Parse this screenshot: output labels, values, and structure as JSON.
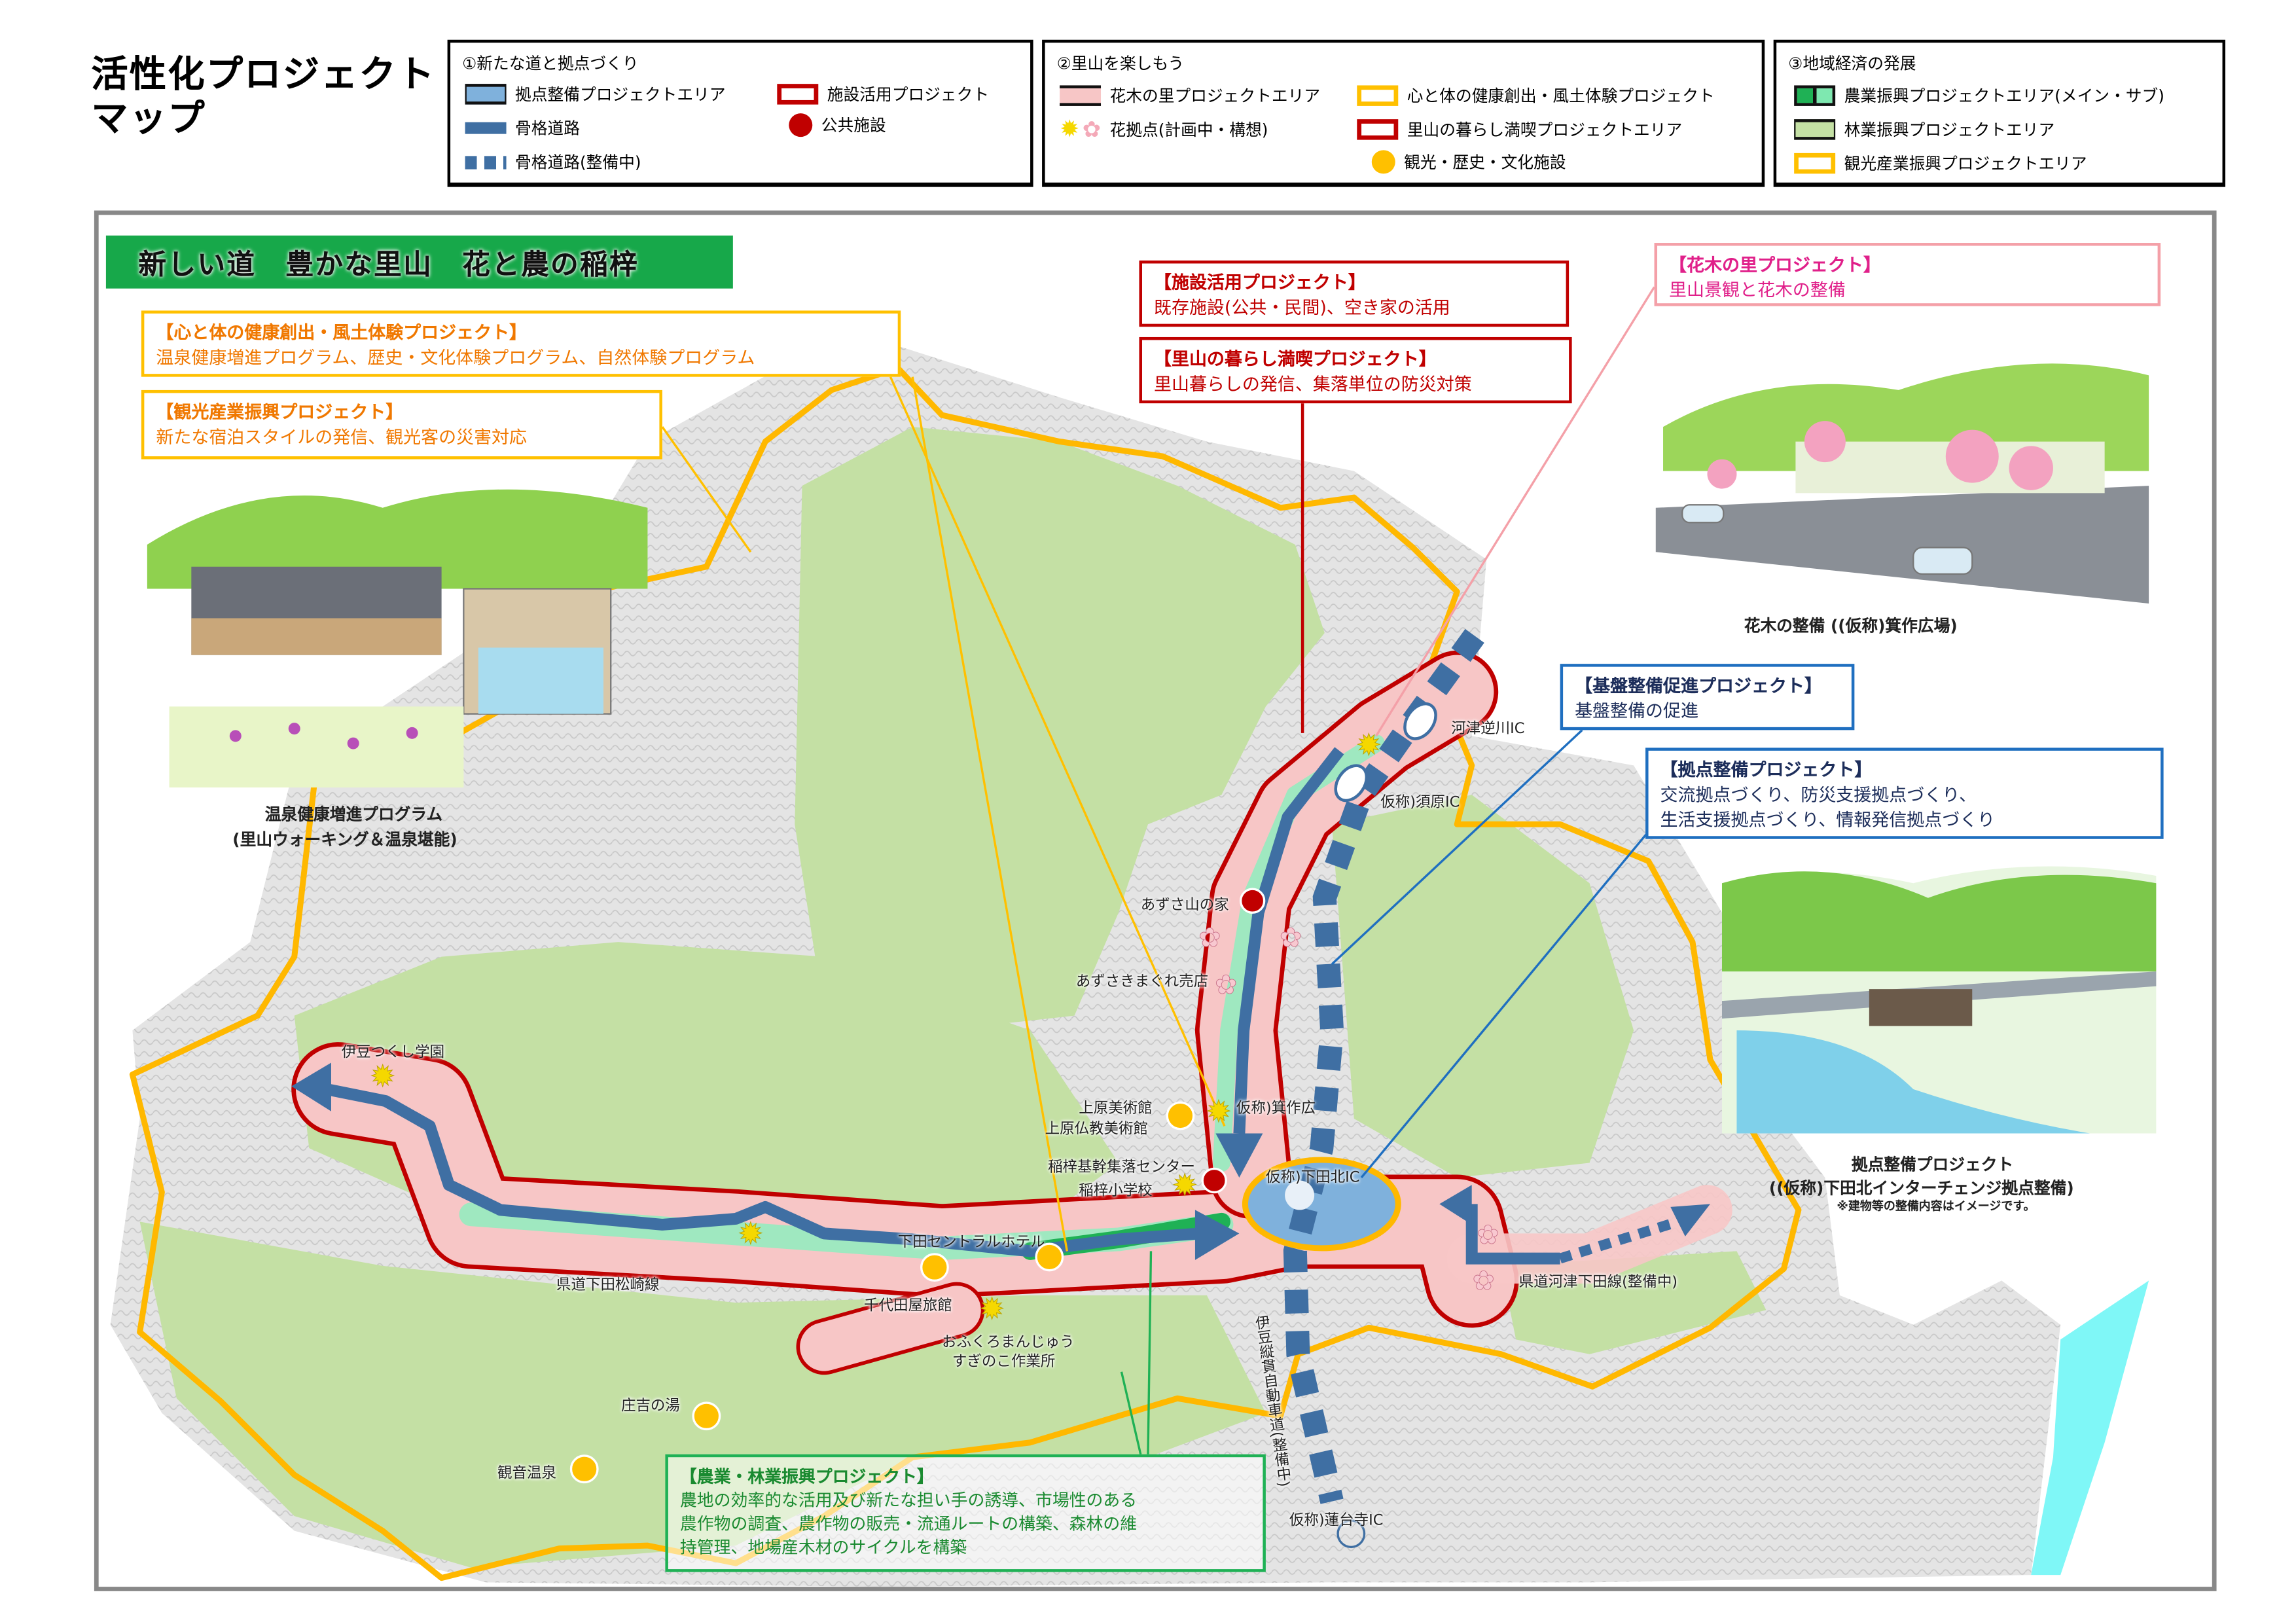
{
  "title": {
    "line1": "活性化プロジェクト",
    "line2": "マップ"
  },
  "legend": {
    "section1": {
      "heading": "①新たな道と拠点づくり",
      "items": [
        "拠点整備プロジェクトエリア",
        "施設活用プロジェクト",
        "骨格道路",
        "公共施設",
        "骨格道路(整備中)"
      ]
    },
    "section2": {
      "heading": "②里山を楽しもう",
      "items": [
        "花木の里プロジェクトエリア",
        "心と体の健康創出・風土体験プロジェクト",
        "花拠点(計画中・構想)",
        "里山の暮らし満喫プロジェクトエリア",
        "観光・歴史・文化施設"
      ]
    },
    "section3": {
      "heading": "③地域経済の発展",
      "items": [
        "農業振興プロジェクトエリア(メイン・サブ)",
        "林業振興プロジェクトエリア",
        "観光産業振興プロジェクトエリア"
      ]
    }
  },
  "banner": "新しい道　豊かな里山　花と農の稲梓",
  "projects": {
    "health": {
      "heading": "【心と体の健康創出・風土体験プロジェクト】",
      "body": "温泉健康増進プログラム、歴史・文化体験プログラム、自然体験プログラム"
    },
    "tourism": {
      "heading": "【観光産業振興プロジェクト】",
      "body": "新たな宿泊スタイルの発信、観光客の災害対応"
    },
    "facility": {
      "heading": "【施設活用プロジェクト】",
      "body": "既存施設(公共・民間)、空き家の活用"
    },
    "satoyama": {
      "heading": "【里山の暮らし満喫プロジェクト】",
      "body": "里山暮らしの発信、集落単位の防災対策"
    },
    "flower": {
      "heading": "【花木の里プロジェクト】",
      "body": "里山景観と花木の整備"
    },
    "infra": {
      "heading": "【基盤整備促進プロジェクト】",
      "body": "基盤整備の促進"
    },
    "hub": {
      "heading": "【拠点整備プロジェクト】",
      "body1": "交流拠点づくり、防災支援拠点づくり、",
      "body2": "生活支援拠点づくり、情報発信拠点づくり"
    },
    "agri": {
      "heading": "【農業・林業振興プロジェクト】",
      "body1": "農地の効率的な活用及び新たな担い手の誘導、市場性のある",
      "body2": "農作物の調査、農作物の販売・流通ルートの構築、森林の維",
      "body3": "持管理、地場産木材のサイクルを構築"
    }
  },
  "captions": {
    "onsen1": "温泉健康増進プログラム",
    "onsen2": "(里山ウォーキング＆温泉堪能)",
    "flowerpark": "花木の整備 ((仮称)箕作広場)",
    "hub1": "拠点整備プロジェクト",
    "hub2": "((仮称)下田北インターチェンジ拠点整備)",
    "hub_note": "※建物等の整備内容はイメージです。"
  },
  "places": [
    "河津逆川IC",
    "仮称)須原IC",
    "あずさ山の家",
    "あずさきまぐれ売店",
    "上原美術館",
    "上原仏教美術館",
    "仮称)箕作広",
    "稲梓基幹集落センター",
    "稲梓小学校",
    "仮称)下田北IC",
    "下田セントラルホテル",
    "県道下田松崎線",
    "千代田屋旅館",
    "おふくろまんじゅう",
    "すぎのこ作業所",
    "庄吉の湯",
    "観音温泉",
    "伊豆つくし学園",
    "県道河津下田線(整備中)",
    "伊豆縦貫自動車道(整備中)",
    "仮称)蓮台寺IC"
  ],
  "colors": {
    "road": "#3f6fa3",
    "public_facility": "#c00000",
    "tourism_facility": "#ffc000",
    "flower_area": "#f7c6c6",
    "forestry": "#c4e0a4",
    "agri_main": "#1fb155",
    "agri_sub": "#7ee8b0",
    "tourism_boundary": "#ffb800",
    "hub_area": "#7fb1dc",
    "sea": "#7ff7f7"
  },
  "icons": [
    "flower-hub-sun-icon",
    "cherry-blossom-icon",
    "public-facility-dot",
    "tourism-facility-dot"
  ]
}
